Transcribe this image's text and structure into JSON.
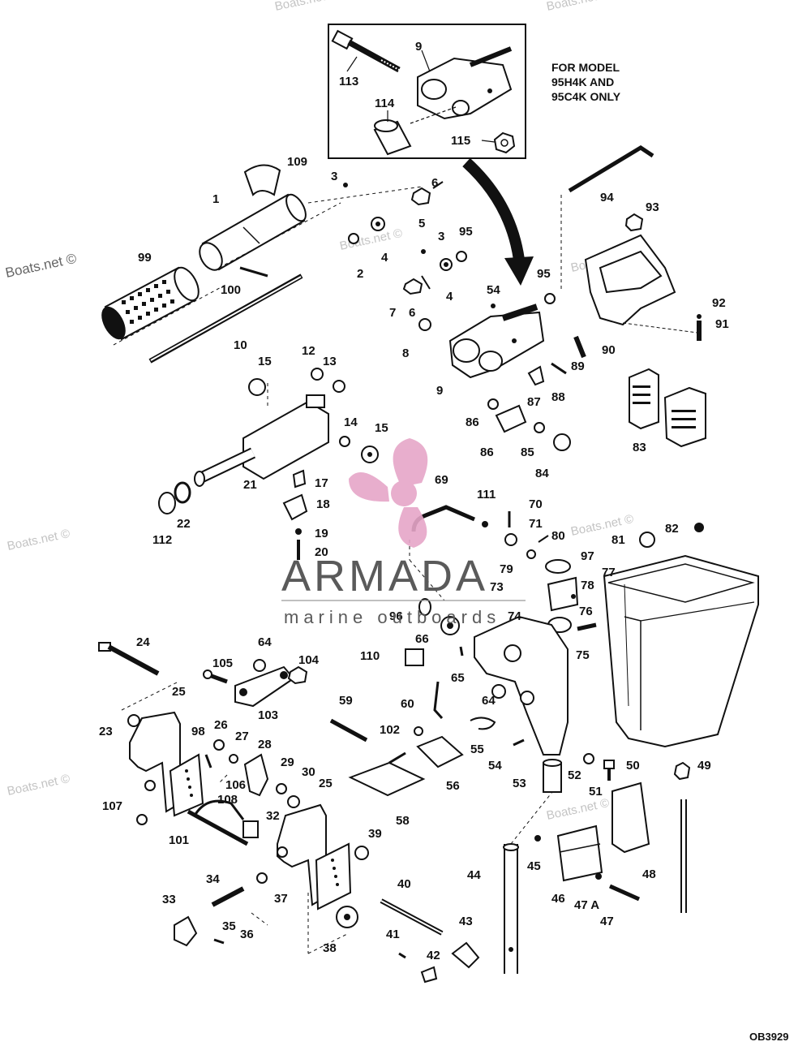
{
  "inset_note": [
    "FOR MODEL",
    "95H4K AND",
    "95C4K ONLY"
  ],
  "inset_labels": [
    "113",
    "9",
    "114",
    "115"
  ],
  "labels": {
    "l109": "109",
    "l1": "1",
    "l99": "99",
    "l100": "100",
    "l10": "10",
    "l3a": "3",
    "l6a": "6",
    "l5": "5",
    "l4a": "4",
    "l2": "2",
    "l3b": "3",
    "l95a": "95",
    "l4b": "4",
    "l7": "7",
    "l6b": "6",
    "l54a": "54",
    "l8": "8",
    "l9": "9",
    "l95b": "95",
    "l94": "94",
    "l93": "93",
    "l92": "92",
    "l91": "91",
    "l90": "90",
    "l89": "89",
    "l88": "88",
    "l87": "87",
    "l15a": "15",
    "l12": "12",
    "l13": "13",
    "l14": "14",
    "l15b": "15",
    "l21": "21",
    "l86a": "86",
    "l86b": "86",
    "l85": "85",
    "l84": "84",
    "l83": "83",
    "l17": "17",
    "l18": "18",
    "l19": "19",
    "l20": "20",
    "l22": "22",
    "l112": "112",
    "l69": "69",
    "l111": "111",
    "l70": "70",
    "l71": "71",
    "l80": "80",
    "l81": "81",
    "l82": "82",
    "l79": "79",
    "l97": "97",
    "l77": "77",
    "l73": "73",
    "l78": "78",
    "l74": "74",
    "l76": "76",
    "l96": "96",
    "l66": "66",
    "l24": "24",
    "l64a": "64",
    "l104": "104",
    "l105": "105",
    "l103": "103",
    "l110": "110",
    "l65": "65",
    "l75": "75",
    "l64b": "64",
    "l25a": "25",
    "l23": "23",
    "l60": "60",
    "l59": "59",
    "l98": "98",
    "l26": "26",
    "l27": "27",
    "l28": "28",
    "l102": "102",
    "l55": "55",
    "l54b": "54",
    "l52": "52",
    "l50": "50",
    "l49": "49",
    "l29": "29",
    "l30": "30",
    "l25b": "25",
    "l106": "106",
    "l108": "108",
    "l107": "107",
    "l56": "56",
    "l53": "53",
    "l51": "51",
    "l32": "32",
    "l58": "58",
    "l101": "101",
    "l39": "39",
    "l44": "44",
    "l45": "45",
    "l48": "48",
    "l34": "34",
    "l37": "37",
    "l40": "40",
    "l46": "46",
    "l47a": "47 A",
    "l47": "47",
    "l33": "33",
    "l35": "35",
    "l36": "36",
    "l38": "38",
    "l43": "43",
    "l41": "41",
    "l42": "42"
  },
  "drawing_code": "OB3929",
  "watermark": {
    "site": "Boats.net ©",
    "brand": "ARMADA",
    "brand_tagline": "marine outboards",
    "brand_color": "#e6a6c8"
  }
}
